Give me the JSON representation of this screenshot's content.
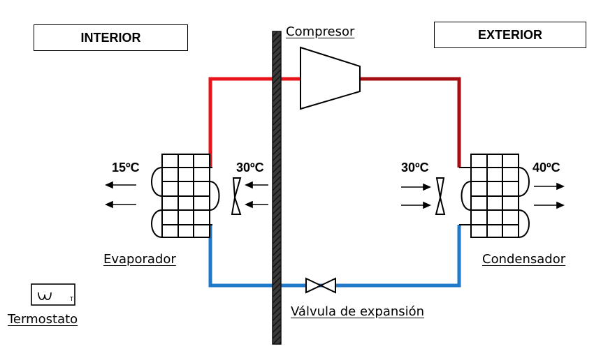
{
  "labels": {
    "interior": "INTERIOR",
    "exterior": "EXTERIOR",
    "compressor": "Compresor",
    "evaporator": "Evaporador",
    "condenser": "Condensador",
    "expansion_valve": "Válvula de expansión",
    "thermostat": "Termostato",
    "thermostat_mark": "T"
  },
  "temperatures": {
    "indoor_out": "15ºC",
    "indoor_in": "30ºC",
    "outdoor_in": "30ºC",
    "outdoor_out": "40ºC"
  },
  "colors": {
    "hot_gas_line": "#e8141b",
    "discharge_line": "#a50d12",
    "liquid_line": "#1f78c8",
    "wall": "#222222"
  }
}
